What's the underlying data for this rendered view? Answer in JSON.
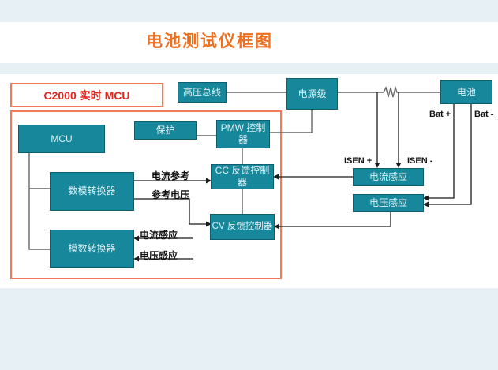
{
  "title": "电池测试仪框图",
  "frame": {
    "label": "C2000 实时 MCU"
  },
  "nodes": {
    "hv_bus": "高压总线",
    "power_stage": "电源级",
    "battery": "电池",
    "protection": "保护",
    "pwm_controller": "PMW 控制器",
    "mcu": "MCU",
    "dac": "数模转换器",
    "adc": "模数转换器",
    "cc_controller": "CC 反馈控制器",
    "cv_controller": "CV 反馈控制器",
    "current_sense": "电流感应",
    "voltage_sense": "电压感应"
  },
  "signal_labels": {
    "current_ref": "电流参考",
    "ref_voltage": "参考电压",
    "current_sense_in": "电流感应",
    "voltage_sense_in": "电压感应",
    "bat_plus": "Bat +",
    "bat_minus": "Bat -",
    "isen_plus": "ISEN +",
    "isen_minus": "ISEN -"
  },
  "colors": {
    "page_background": "#e7f1f5",
    "card_background": "#ffffff",
    "title_text": "#ee6f1e",
    "node_fill": "#17879b",
    "node_border": "#0d5f70",
    "node_text": "#ddf0f3",
    "frame_border": "#f27a5a",
    "frame_label_text": "#e6251c",
    "connector": "#666666",
    "arrow": "#1b1b1b"
  }
}
